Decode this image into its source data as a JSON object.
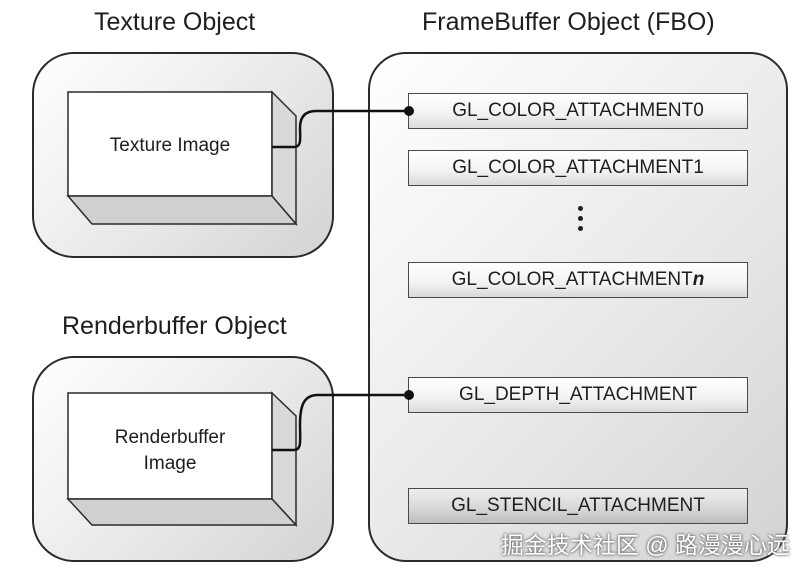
{
  "texture_object": {
    "title": "Texture Object",
    "image_label": "Texture Image"
  },
  "renderbuffer_object": {
    "title": "Renderbuffer Object",
    "image_label_line1": "Renderbuffer",
    "image_label_line2": "Image"
  },
  "fbo": {
    "title": "FrameBuffer Object (FBO)",
    "attachments": {
      "color0": "GL_COLOR_ATTACHMENT0",
      "color1": "GL_COLOR_ATTACHMENT1",
      "colorn_prefix": "GL_COLOR_ATTACHMENT",
      "colorn_suffix": "n",
      "depth": "GL_DEPTH_ATTACHMENT",
      "stencil": "GL_STENCIL_ATTACHMENT"
    }
  },
  "watermark": "掘金技术社区 @ 路漫漫心远",
  "colors": {
    "outline": "#2b2b2b",
    "box_fill_light": "#ffffff",
    "box_fill_dark": "#d3d3d3"
  }
}
